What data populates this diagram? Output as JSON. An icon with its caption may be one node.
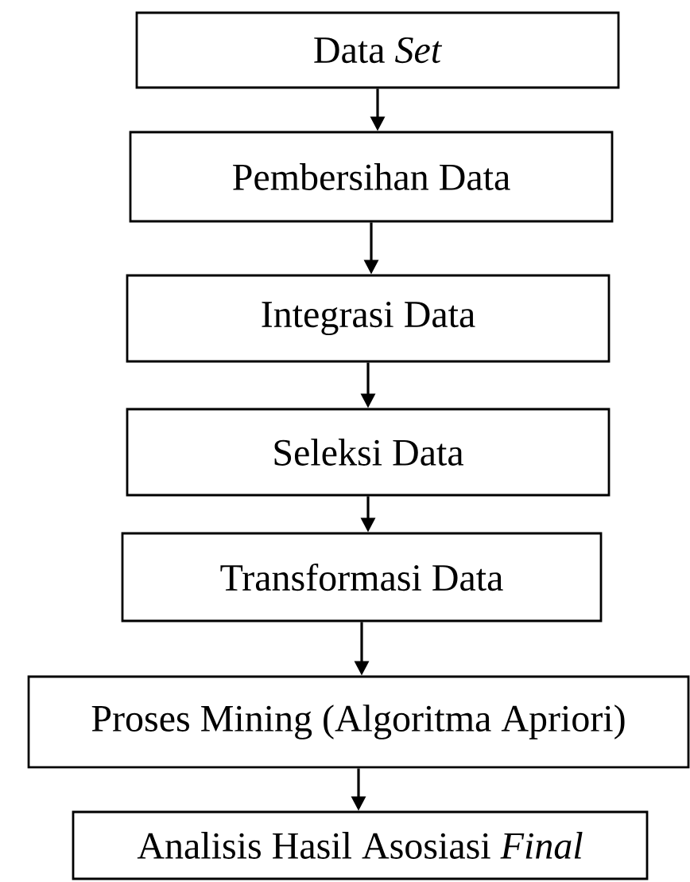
{
  "diagram": {
    "nodes": [
      {
        "text": [
          "Data *Set*"
        ]
      },
      {
        "text": [
          "Pembersihan Data"
        ]
      },
      {
        "text": [
          "Integrasi Data"
        ]
      },
      {
        "text": [
          "Seleksi Data"
        ]
      },
      {
        "text": [
          "Transformasi Data"
        ]
      },
      {
        "text": [
          "Proses Mining (Algoritma Apriori)"
        ]
      },
      {
        "text": [
          "Analisis Hasil Asosiasi *Final*"
        ]
      }
    ],
    "edges": [
      {
        "from": 0,
        "to": 1,
        "arrow": "to"
      },
      {
        "from": 1,
        "to": 2,
        "arrow": "to"
      },
      {
        "from": 2,
        "to": 3,
        "arrow": "to"
      },
      {
        "from": 3,
        "to": 4,
        "arrow": "to"
      },
      {
        "from": 4,
        "to": 5,
        "arrow": "to"
      },
      {
        "from": 5,
        "to": 6,
        "arrow": "to"
      }
    ]
  }
}
